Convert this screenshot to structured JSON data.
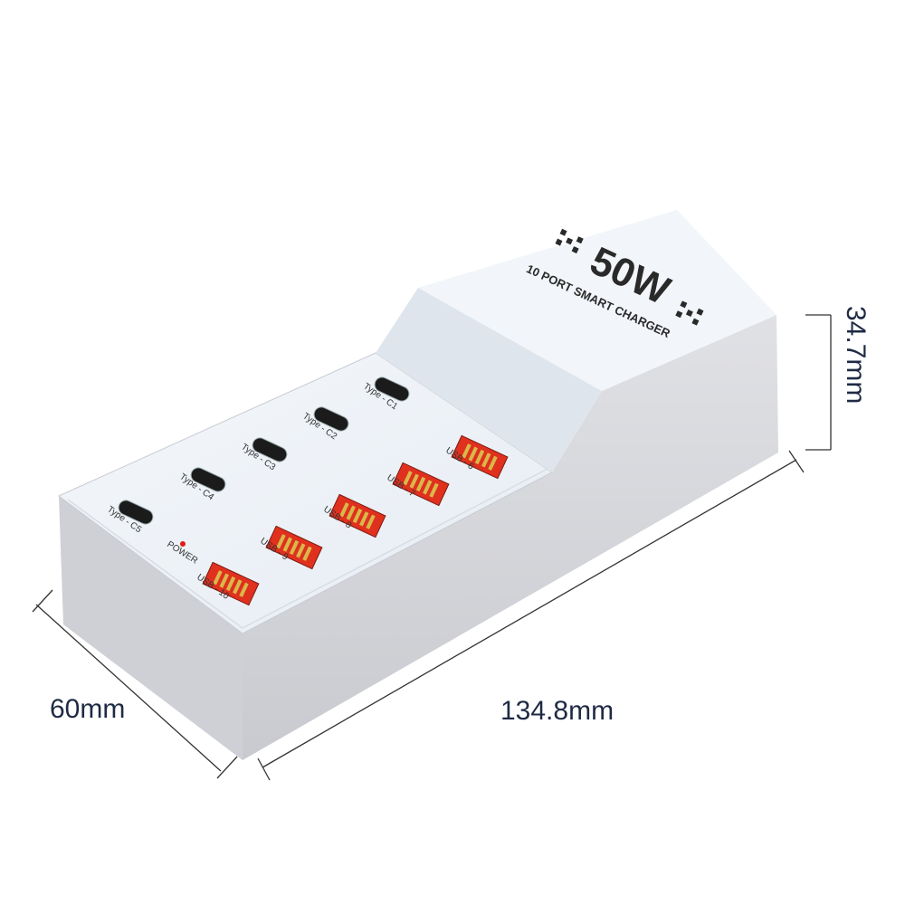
{
  "product": {
    "wattage": "50W",
    "subtitle": "10 PORT SMART CHARGER",
    "power_label": "POWER",
    "type_c_ports": [
      "Type - C1",
      "Type - C2",
      "Type - C3",
      "Type - C4",
      "Type - C5"
    ],
    "usb_ports": [
      "USB - 6",
      "USB - 7",
      "USB - 8",
      "USB - 9",
      "USB - 10"
    ]
  },
  "dimensions": {
    "width": "60mm",
    "length": "134.8mm",
    "height": "34.7mm"
  },
  "colors": {
    "body_top": "#eef3f8",
    "body_side": "#d2d3d8",
    "usb_port": "#e0301e",
    "type_c_port": "#1b1b1b",
    "dimension_text": "#1f2a44",
    "power_led": "#e21b1b"
  }
}
